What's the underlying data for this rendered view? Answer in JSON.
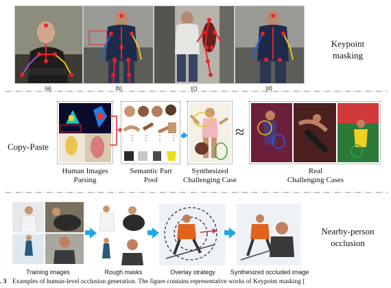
{
  "section1": {
    "side_label_line1": "Keypoint",
    "side_label_line2": "masking",
    "panel_labels": [
      "(a)",
      "(b)",
      "(c)",
      "(d)"
    ]
  },
  "section2": {
    "side_label": "Copy-Paste",
    "approx_symbol": "≈",
    "captions": {
      "parsing_line1": "Human Images",
      "parsing_line2": "Parsing",
      "pool_line1": "Semantic Part",
      "pool_line2": "Pool",
      "synth_line1": "Synthesized",
      "synth_line2": "Challenging Case",
      "real_line1": "Real",
      "real_line2": "Challenging Cases"
    },
    "pool_dots": "⋮"
  },
  "section3": {
    "side_label_line1": "Nearby-person",
    "side_label_line2": "occlusion",
    "captions": {
      "training": "Training images",
      "rough": "Rough masks",
      "overlay": "Overlay strategy",
      "synthesized": "Synthesized occluded image"
    }
  },
  "footer": {
    "fig_number": ". 3",
    "caption_text": "Examples of human-level occlusion generation. The figure contains representative works of Keypoint masking ["
  },
  "colors": {
    "keypoint_red": "#e8242a",
    "skeleton_yellow": "#f2c21b",
    "skeleton_blue": "#2a62d8",
    "arrow_blue": "#22a7e6",
    "arrow_red": "#e8242a"
  }
}
